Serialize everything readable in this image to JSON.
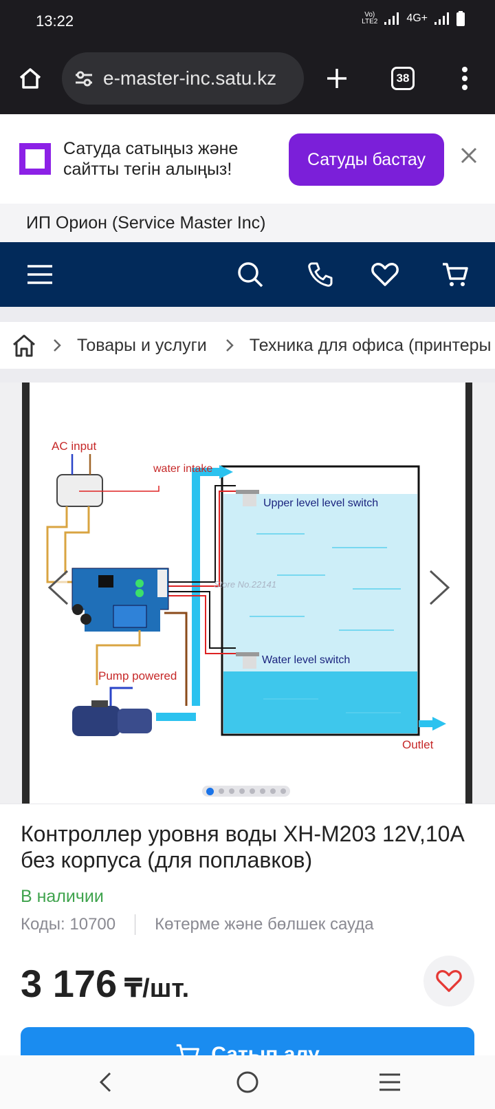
{
  "status_bar": {
    "time": "13:22",
    "network": "4G+"
  },
  "browser": {
    "url": "e-master-inc.satu.kz",
    "tab_count": "38"
  },
  "promo": {
    "text_line1": "Сатуда сатыңыз және",
    "text_line2": "сайтты тегін алыңыз!",
    "button_label": "Сатуды бастау",
    "accent_color": "#7b1fd9"
  },
  "shop": {
    "name": "ИП Орион (Service Master Inc)"
  },
  "navbar": {
    "bg_color": "#022a5a"
  },
  "breadcrumb": {
    "items": [
      "Товары и услуги",
      "Техника для офиса (принтеры"
    ]
  },
  "gallery": {
    "image_labels": {
      "ac_input": "AC input",
      "water_intake": "water intake",
      "upper_switch": "Upper level level switch",
      "water_switch": "Water level switch",
      "pump": "Pump powered",
      "outlet": "Outlet",
      "watermark": "Store No.22141"
    },
    "slide_count": 8,
    "active_slide": 1
  },
  "product": {
    "title": "Контроллер уровня воды XH-M203 12V,10A без корпуса (для поплавков)",
    "availability": "В наличии",
    "code": "Коды: 10700",
    "sale_type": "Көтерме және бөлшек сауда",
    "price": "3 176",
    "price_unit": " ₸/шт.",
    "buy_label": "Сатып алу",
    "availability_color": "#3fa34d",
    "buy_color": "#1a8cf0"
  }
}
